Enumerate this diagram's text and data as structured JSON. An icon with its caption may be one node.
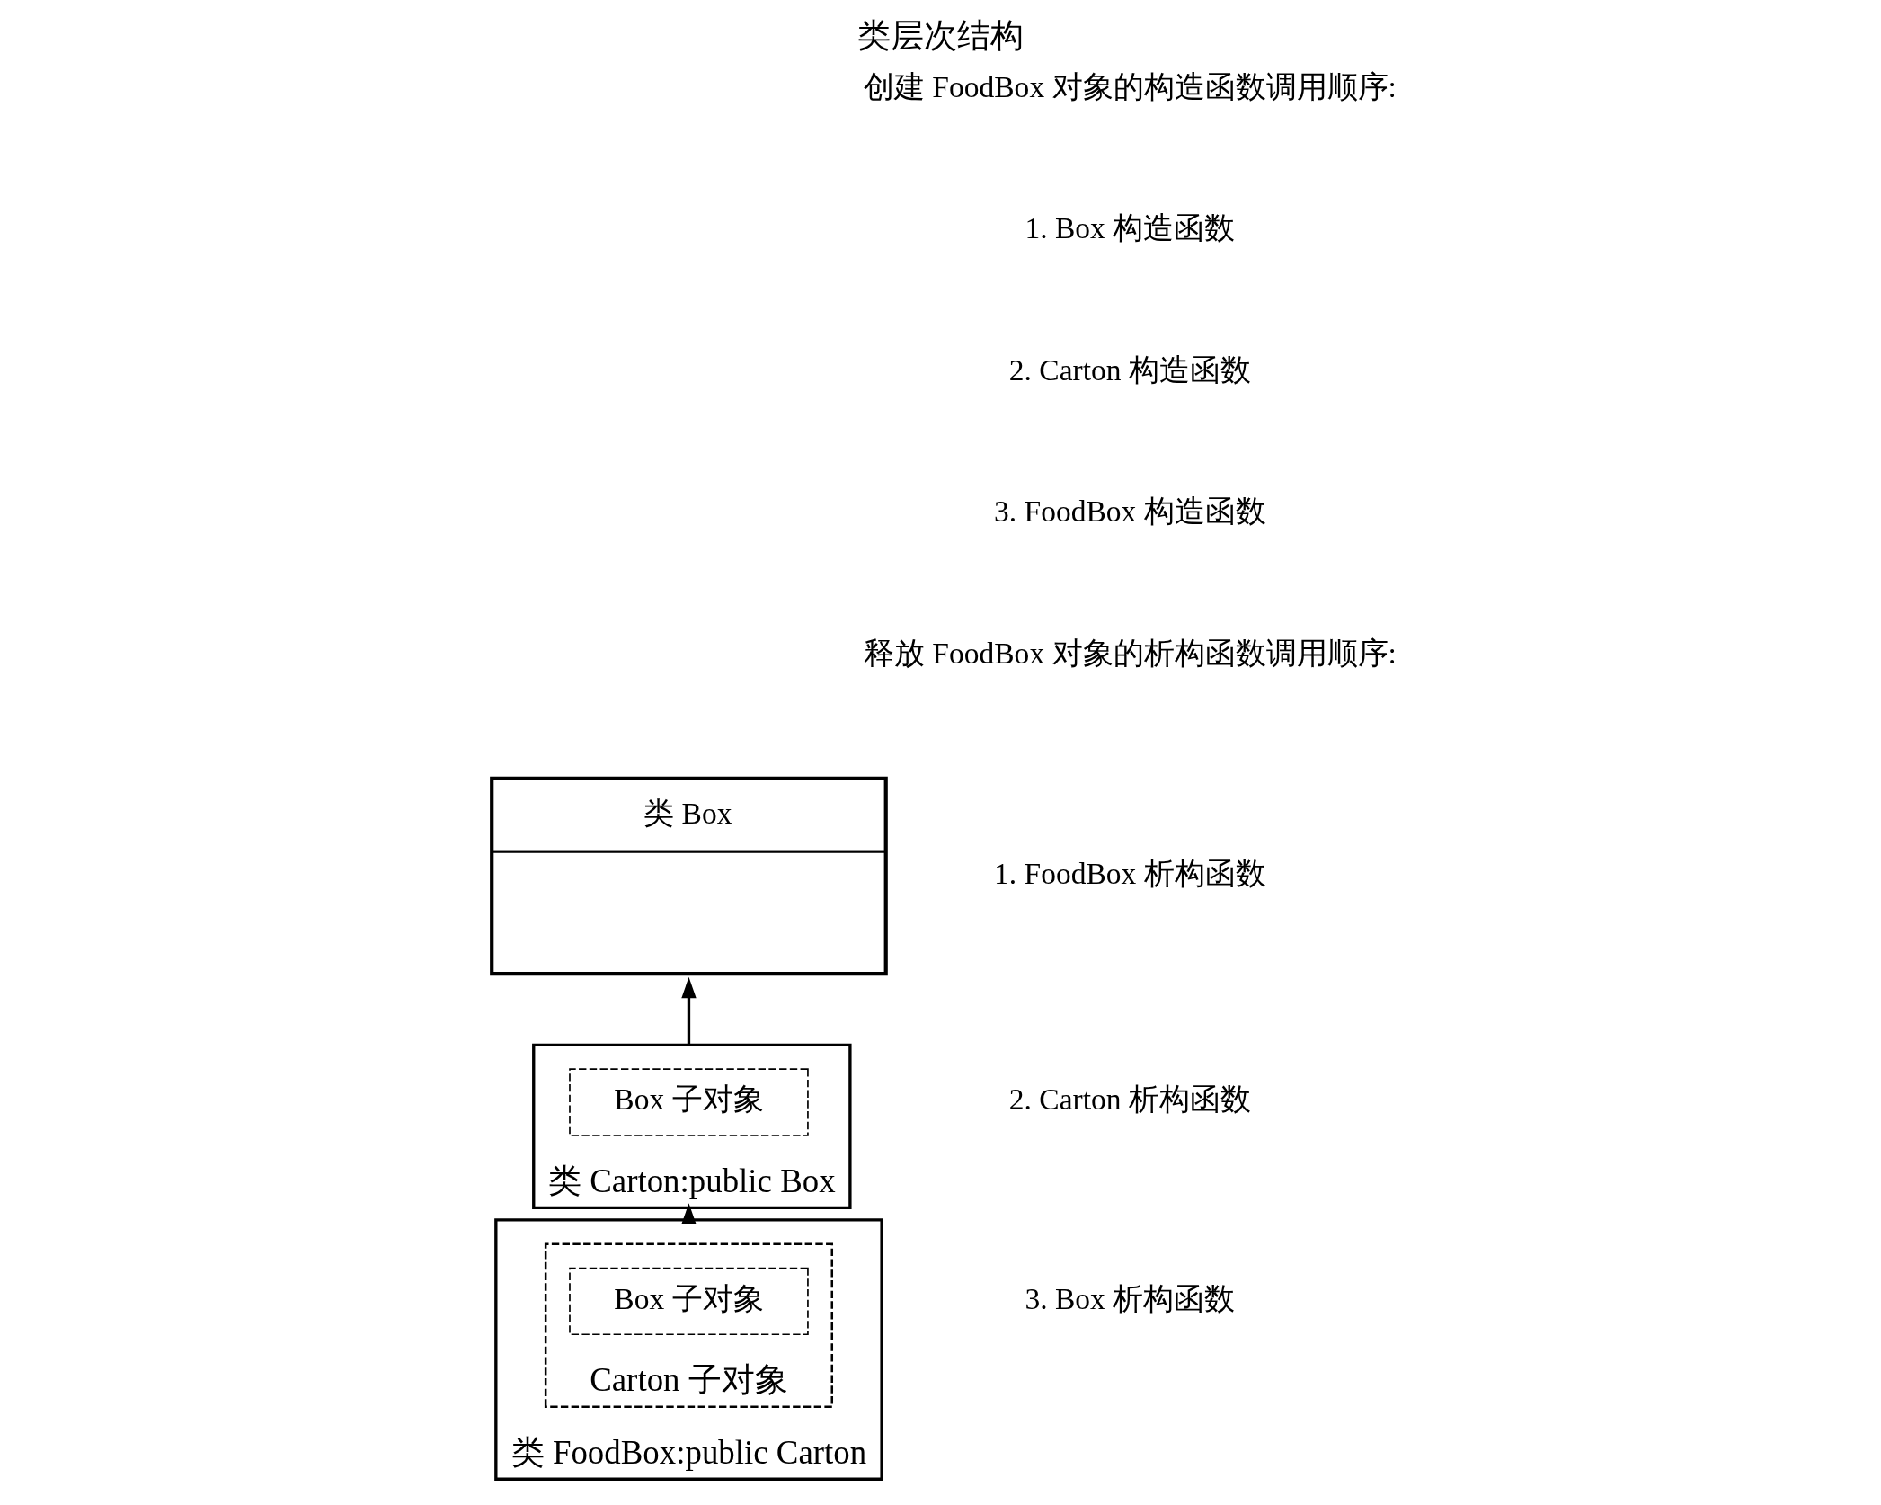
{
  "diagram": {
    "title": "类层次结构",
    "nodes": [
      {
        "text": [
          "类 Box"
        ]
      },
      {
        "text": [
          "类 Carton:public Box"
        ]
      },
      {
        "text": [
          "Box 子对象"
        ],
        "in": 1
      },
      {
        "text": [
          "类 FoodBox:public Carton"
        ]
      },
      {
        "text": [
          "Carton 子对象"
        ],
        "in": 3
      },
      {
        "text": [
          "Box 子对象"
        ],
        "in": 4
      }
    ],
    "edges": [
      {
        "from": 1,
        "to": 0,
        "arrow": "to"
      },
      {
        "from": 3,
        "to": 1,
        "arrow": "to"
      }
    ],
    "labels": [
      "创建 FoodBox 对象的构造函数调用顺序:",
      "1. Box 构造函数",
      "2. Carton 构造函数",
      "3. FoodBox 构造函数",
      "释放 FoodBox 对象的析构函数调用顺序:",
      "1. FoodBox 析构函数",
      "2. Carton 析构函数",
      "3. Box 析构函数"
    ]
  }
}
